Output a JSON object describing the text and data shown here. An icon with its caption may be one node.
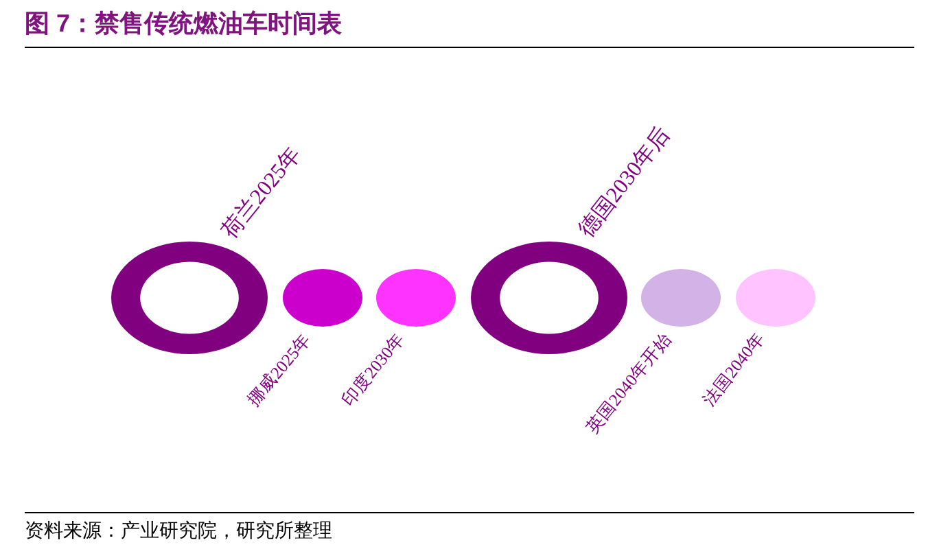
{
  "diagram": {
    "title": "图 7：禁售传统燃油车时间表",
    "nodes": [
      {
        "text": [],
        "shape": "ring",
        "beside": [
          "荷兰2025年"
        ]
      },
      {
        "text": [],
        "shape": "ellipse",
        "beside": [
          "挪威2025年"
        ]
      },
      {
        "text": [],
        "shape": "ellipse",
        "beside": [
          "印度2030年"
        ]
      },
      {
        "text": [],
        "shape": "ring",
        "beside": [
          "德国2030年后"
        ]
      },
      {
        "text": [],
        "shape": "ellipse",
        "beside": [
          "英国2040年开始"
        ]
      },
      {
        "text": [],
        "shape": "ellipse",
        "beside": [
          "法国2040年"
        ]
      }
    ],
    "caption": "资料来源：产业研究院，研究所整理"
  }
}
